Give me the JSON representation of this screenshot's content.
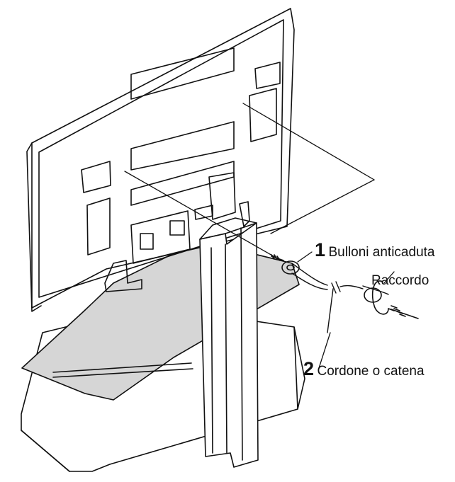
{
  "callouts": {
    "item1": {
      "number": "1",
      "text": "Bulloni anticaduta"
    },
    "item2": {
      "number": "2",
      "text": "Cordone o catena"
    },
    "connector": {
      "text": "Raccordo"
    }
  },
  "colors": {
    "line": "#111111",
    "glass_shelf": "#d6d6d6",
    "background": "#ffffff"
  },
  "icons": {
    "television": "tv-rear-outline",
    "stand": "tv-stand-outline",
    "bolt": "eye-bolt-icon",
    "hook": "screw-hook-icon"
  }
}
